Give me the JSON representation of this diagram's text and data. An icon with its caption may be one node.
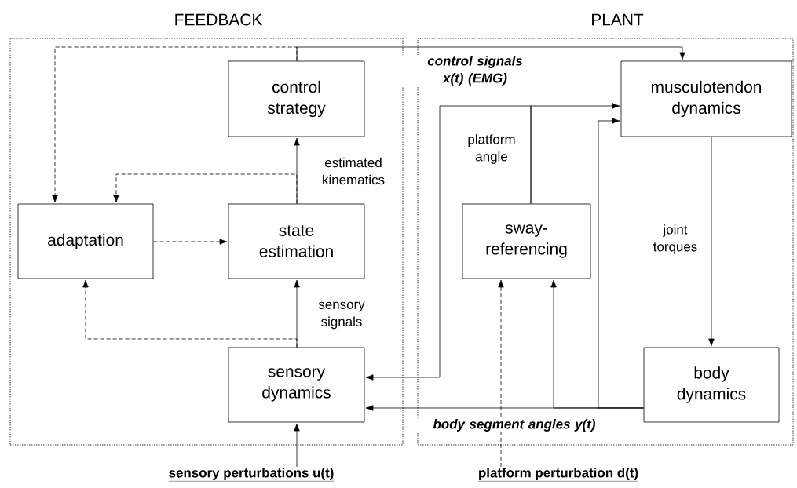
{
  "diagram": {
    "nodes": [
      {
        "text": [
          "FEEDBACK"
        ]
      },
      {
        "text": [
          "PLANT"
        ]
      },
      {
        "text": [
          "control strategy"
        ],
        "in": 0
      },
      {
        "text": [
          "adaptation"
        ],
        "in": 0
      },
      {
        "text": [
          "state estimation"
        ],
        "in": 0
      },
      {
        "text": [
          "sensory dynamics"
        ],
        "in": 0
      },
      {
        "text": [
          "musculotendon dynamics"
        ],
        "in": 1
      },
      {
        "text": [
          "sway-referencing"
        ],
        "in": 1
      },
      {
        "text": [
          "body dynamics"
        ],
        "in": 1
      },
      {
        "text": [
          "sensory perturbations u(t)"
        ]
      },
      {
        "text": [
          "platform perturbation d(t)"
        ]
      }
    ],
    "edges": [
      {
        "from": 2,
        "to": 6,
        "arrow": "to",
        "label": "control signals x(t) (EMG)"
      },
      {
        "from": 2,
        "to": 3,
        "arrow": "to",
        "style": "dashed"
      },
      {
        "from": 4,
        "to": 2,
        "arrow": "to",
        "label": "estimated kinematics"
      },
      {
        "from": 4,
        "to": 3,
        "arrow": "to",
        "style": "dashed"
      },
      {
        "from": 3,
        "to": 4,
        "arrow": "to",
        "style": "dashed"
      },
      {
        "from": 5,
        "to": 4,
        "arrow": "to",
        "label": "sensory signals"
      },
      {
        "from": 5,
        "to": 3,
        "arrow": "to",
        "style": "dashed"
      },
      {
        "from": 7,
        "to": 6,
        "arrow": "to",
        "label": "platform angle"
      },
      {
        "from": 7,
        "to": 5,
        "arrow": "to"
      },
      {
        "from": 6,
        "to": 8,
        "arrow": "to",
        "label": "joint torques"
      },
      {
        "from": 8,
        "to": 5,
        "arrow": "to",
        "label": "body segment angles y(t)"
      },
      {
        "from": 8,
        "to": 7,
        "arrow": "to"
      },
      {
        "from": 8,
        "to": 6,
        "arrow": "to"
      },
      {
        "from": 9,
        "to": 5,
        "arrow": "to"
      },
      {
        "from": 10,
        "to": 7,
        "arrow": "to",
        "style": "dashed"
      }
    ]
  }
}
